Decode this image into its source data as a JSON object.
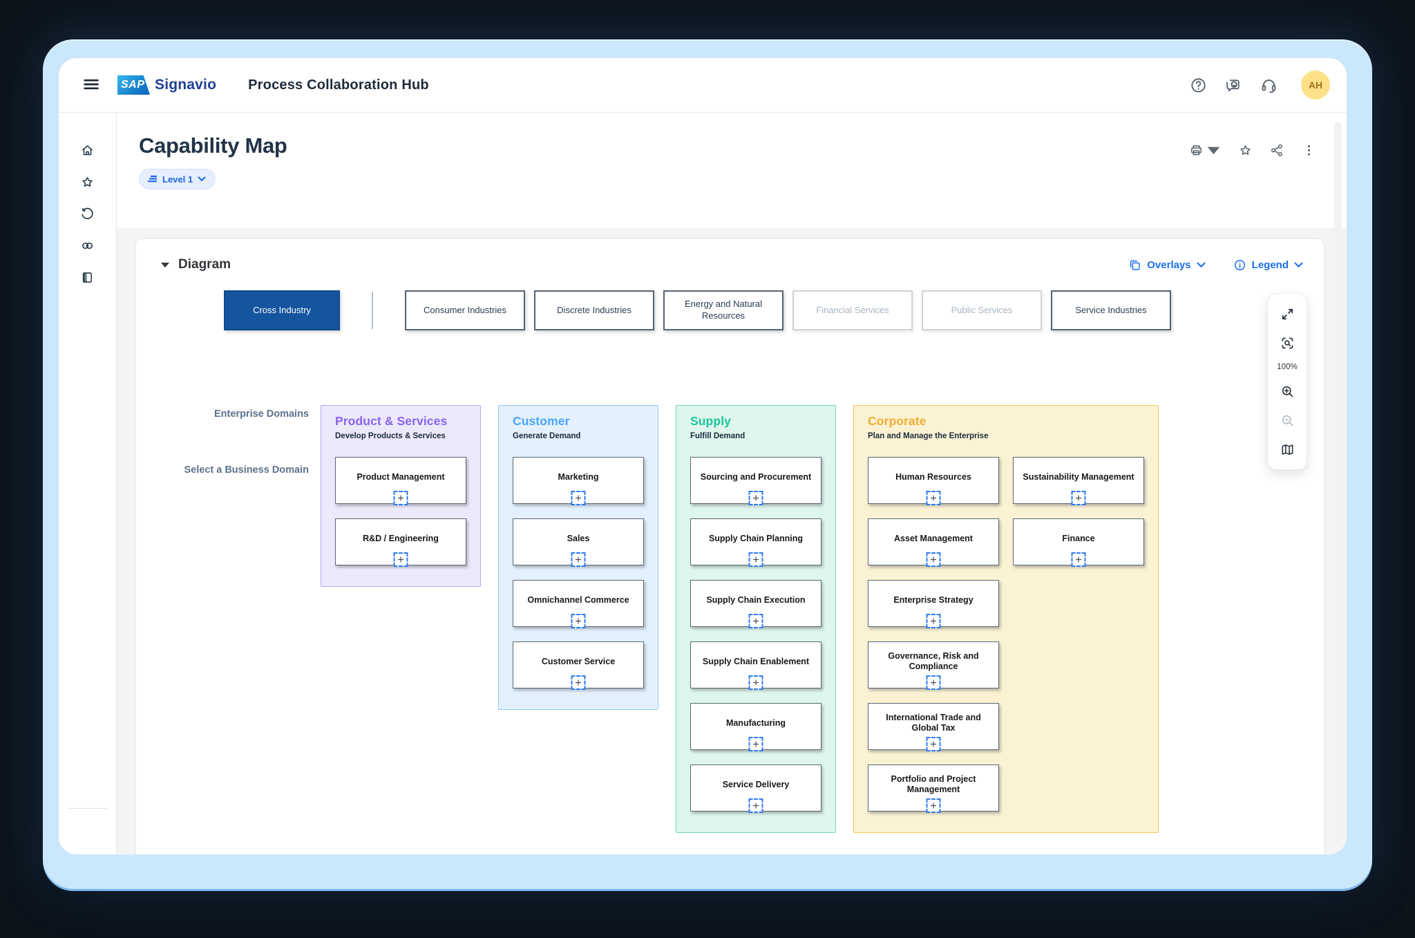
{
  "topbar": {
    "brand_sap": "SAP",
    "brand_name": "Signavio",
    "title": "Process Collaboration Hub",
    "avatar_initials": "AH",
    "actions": [
      {
        "id": "help",
        "icon": "help"
      },
      {
        "id": "feedback",
        "icon": "feedback"
      },
      {
        "id": "support",
        "icon": "headset"
      }
    ]
  },
  "sidebar": {
    "items": [
      {
        "id": "home",
        "icon": "home"
      },
      {
        "id": "favorites",
        "icon": "star"
      },
      {
        "id": "recent",
        "icon": "history"
      },
      {
        "id": "links",
        "icon": "link"
      },
      {
        "id": "glossary",
        "icon": "book"
      }
    ]
  },
  "page": {
    "title": "Capability Map",
    "level_chip_label": "Level 1",
    "header_actions": [
      {
        "id": "print",
        "icon": "print",
        "has_caret": true
      },
      {
        "id": "favorite",
        "icon": "star"
      },
      {
        "id": "share",
        "icon": "share"
      },
      {
        "id": "more",
        "icon": "kebab"
      }
    ]
  },
  "diagram": {
    "section_title": "Diagram",
    "overlays_label": "Overlays",
    "legend_label": "Legend",
    "zoom_level": "100%",
    "toolbar": [
      {
        "id": "fullscreen",
        "icon": "expand",
        "disabled": false
      },
      {
        "id": "focus-search",
        "icon": "scan",
        "disabled": false
      },
      {
        "id": "zoom-label",
        "type": "label"
      },
      {
        "id": "zoom-in",
        "icon": "zoomin",
        "disabled": false
      },
      {
        "id": "zoom-out",
        "icon": "zoomout",
        "disabled": true
      },
      {
        "id": "minimap",
        "icon": "map",
        "disabled": false
      }
    ],
    "tabs": [
      {
        "label": "Cross Industry",
        "state": "selected"
      },
      {
        "label": "Consumer Industries",
        "state": "default"
      },
      {
        "label": "Discrete Industries",
        "state": "default"
      },
      {
        "label": "Energy and Natural Resources",
        "state": "default"
      },
      {
        "label": "Financial Services",
        "state": "disabled"
      },
      {
        "label": "Public Services",
        "state": "disabled"
      },
      {
        "label": "Service Industries",
        "state": "default"
      }
    ],
    "side_labels": {
      "enterprise_domains": "Enterprise Domains",
      "select_business_domain": "Select a Business Domain"
    },
    "domains": [
      {
        "name": "Product & Services",
        "tagline": "Develop Products & Services",
        "accent": "#8a63f0",
        "bg": "#ece9fb",
        "border": "#b7a6f2",
        "columns": [
          [
            "Product Management",
            "R&D / Engineering"
          ]
        ]
      },
      {
        "name": "Customer",
        "tagline": "Generate Demand",
        "accent": "#4ba4f4",
        "bg": "#e2f1fd",
        "border": "#93c9f8",
        "columns": [
          [
            "Marketing",
            "Sales",
            "Omnichannel Commerce",
            "Customer Service"
          ]
        ]
      },
      {
        "name": "Supply",
        "tagline": "Fulfill Demand",
        "accent": "#1fc39a",
        "bg": "#def6ee",
        "border": "#6cd9bd",
        "columns": [
          [
            "Sourcing and Procurement",
            "Supply Chain Planning",
            "Supply Chain Execution",
            "Supply Chain Enablement",
            "Manufacturing",
            "Service Delivery"
          ]
        ]
      },
      {
        "name": "Corporate",
        "tagline": "Plan and Manage the Enterprise",
        "accent": "#f2ac33",
        "bg": "#fbf2d4",
        "border": "#f3c95e",
        "columns": [
          [
            "Human Resources",
            "Asset Management",
            "Enterprise Strategy",
            "Governance, Risk and Compliance",
            "International Trade and Global Tax",
            "Portfolio and Project Management"
          ],
          [
            "Sustainability Management",
            "Finance"
          ]
        ]
      }
    ]
  },
  "colors": {
    "accent_blue": "#1b6ff0",
    "selected_tab_bg": "#15559e",
    "frame_blue": "#cbe7fb",
    "workspace_gray": "#f4f4f5",
    "avatar_bg": "#fde189",
    "avatar_text": "#a4711c"
  }
}
